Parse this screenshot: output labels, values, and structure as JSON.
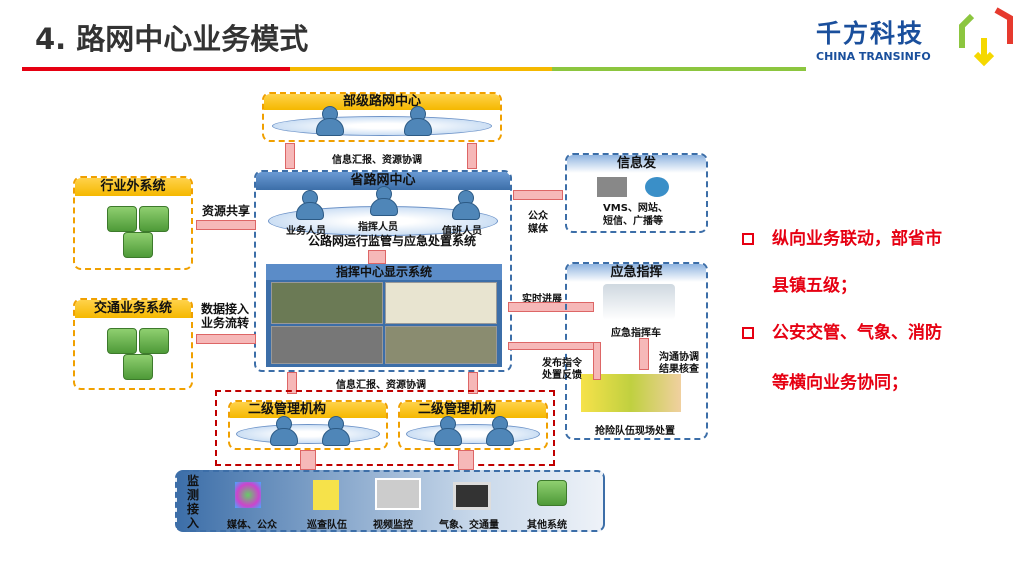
{
  "title": "4. 路网中心业务模式",
  "logo": {
    "cn": "千方科技",
    "en": "CHINA TRANSINFO"
  },
  "colors": {
    "accent_red": "#e60012",
    "header_line": [
      "#e60012",
      "#f5b800",
      "#8cc63f"
    ]
  },
  "ministry": {
    "title": "部级路网中心"
  },
  "link_top": "信息汇报、资源协调",
  "province": {
    "title": "省路网中心",
    "roles": [
      "业务人员",
      "指挥人员",
      "值班人员"
    ],
    "system": "公路网运行监管与应急处置系统",
    "display": "指挥中心显示系统"
  },
  "external": {
    "title": "行业外系统",
    "link": "资源共享"
  },
  "traffic": {
    "title": "交通业务系统",
    "link": [
      "数据接入",
      "业务流转"
    ]
  },
  "publish": {
    "title": "信息发",
    "link": [
      "公众",
      "媒体"
    ],
    "desc": [
      "VMS、网站、",
      "短信、广播等"
    ]
  },
  "emergency": {
    "title": "应急指挥",
    "link": "实时进展",
    "vehicle": "应急指挥车",
    "coord": [
      "沟通协调",
      "结果核查"
    ],
    "cmd": [
      "发布指令",
      "处置反馈"
    ],
    "team": "抢险队伍现场处置"
  },
  "link_bottom": "信息汇报、资源协调",
  "secondary": [
    {
      "title": "二级管理机构"
    },
    {
      "title": "二级管理机构"
    }
  ],
  "monitor": {
    "title": "监测接入",
    "items": [
      "媒体、公众",
      "巡查队伍",
      "视频监控",
      "气象、交通量",
      "其他系统"
    ]
  },
  "bullets": [
    [
      "纵向业务联动，部省市",
      "县镇五级；"
    ],
    [
      "公安交管、气象、消防",
      "等横向业务协同；"
    ]
  ]
}
